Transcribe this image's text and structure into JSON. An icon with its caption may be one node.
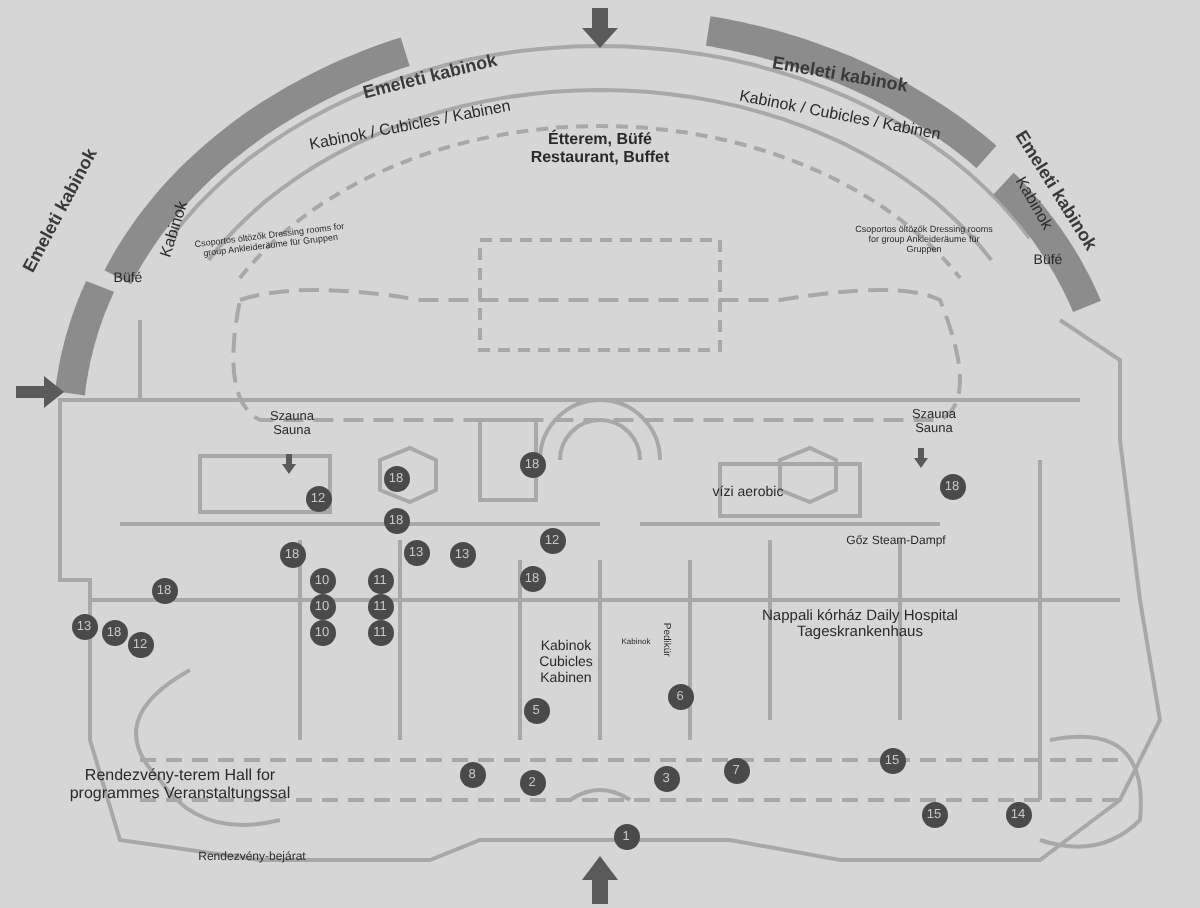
{
  "diagram": {
    "labels": [
      "Emeleti kabinok",
      "Emeleti kabinok",
      "Emeleti kabinok",
      "Emeleti kabinok",
      "Kabinok / Cubicles / Kabinen",
      "Kabinok / Cubicles / Kabinen",
      "Kabinok",
      "Kabinok",
      "Étterem, Büfé Restaurant, Buffet",
      "Büfé",
      "Büfé",
      "Csoportos öltözők Dressing rooms for group Ankleideräume für Gruppen",
      "Csoportos öltözők Dressing rooms for group Ankleideräume für Gruppen",
      "Szauna Sauna",
      "Szauna Sauna",
      "vízi aerobic",
      "Gőz Steam-Dampf",
      "Kabinok Cubicles Kabinen",
      "Pedikür",
      "Kabinok",
      "Nappali kórház Daily Hospital Tageskrankenhaus",
      "Rendezvény-terem Hall for programmes Veranstaltungssal",
      "Rendezvény-bejárat",
      "18",
      "18",
      "18",
      "18",
      "18",
      "18",
      "18",
      "18",
      "12",
      "12",
      "12",
      "13",
      "13",
      "13",
      "10",
      "10",
      "10",
      "11",
      "11",
      "11",
      "15",
      "15",
      "14",
      "8",
      "2",
      "3",
      "7",
      "5",
      "6",
      "1"
    ]
  }
}
